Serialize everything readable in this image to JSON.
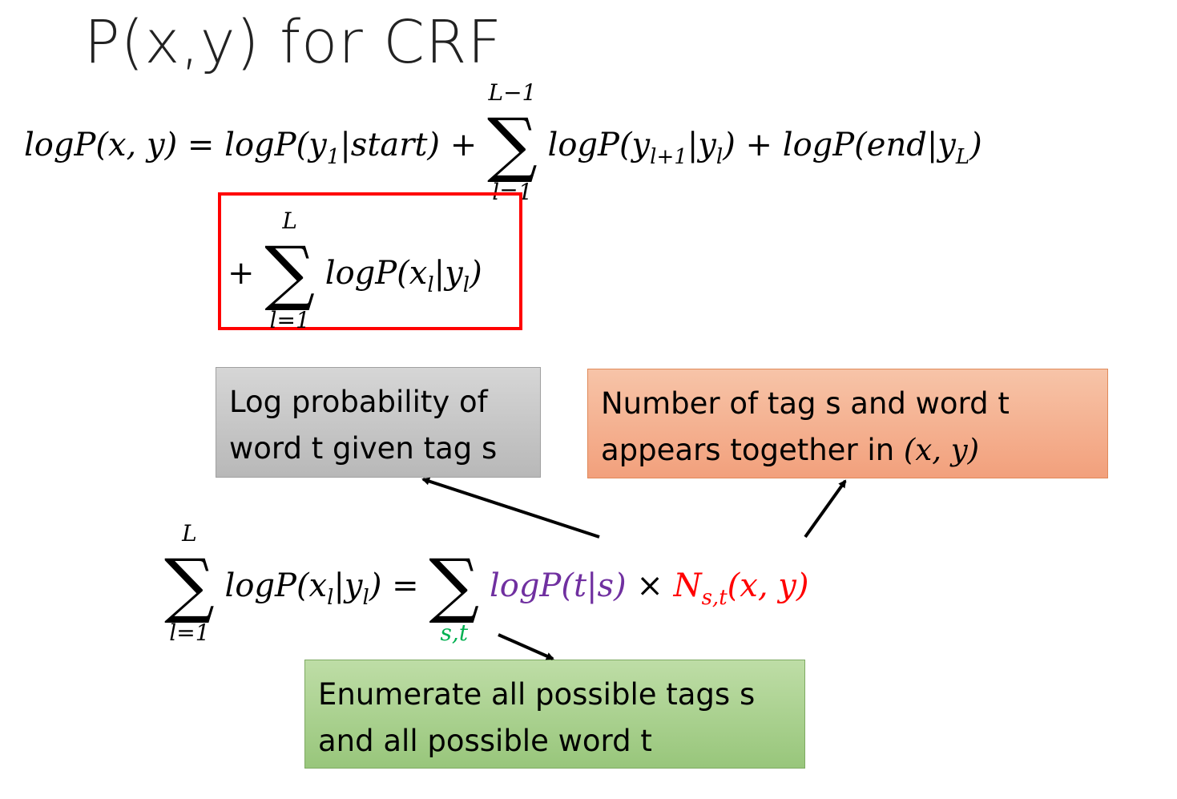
{
  "slide": {
    "title": "P(x,y) for CRF"
  },
  "equation1": {
    "lhs": "logP(x, y)",
    "equals": "=",
    "term1": "logP(y",
    "term1_sub": "1",
    "term1_rest": "|start)",
    "plus1": "+",
    "sum_upper": "L−1",
    "sum_lower": "l=1",
    "term2": "logP(y",
    "term2_sub": "l+1",
    "term2_mid": "|y",
    "term2_sub2": "l",
    "term2_rest": ")",
    "plus2": "+",
    "term3": "logP(end|y",
    "term3_sub": "L",
    "term3_rest": ")"
  },
  "equation_boxed": {
    "plus": "+",
    "sum_upper": "L",
    "sum_lower": "l=1",
    "term": "logP(x",
    "term_sub": "l",
    "term_mid": "|y",
    "term_sub2": "l",
    "term_rest": ")",
    "box_color": "#ff0000"
  },
  "equation2": {
    "sum_upper": "L",
    "sum_lower": "l=1",
    "lhs": "logP(x",
    "lhs_sub": "l",
    "lhs_mid": "|y",
    "lhs_sub2": "l",
    "lhs_rest": ")",
    "equals": "=",
    "sum2_lower": "s,t",
    "logprob": "logP(t|s)",
    "times": "×",
    "count": "N",
    "count_sub": "s,t",
    "count_args": "(x, y)"
  },
  "notes": {
    "grey_line1": "Log probability of",
    "grey_line2": "word t given tag s",
    "orange_line1": "Number of tag s and word t",
    "orange_line2_text": "appears together in ",
    "orange_line2_math": "(x, y)",
    "green_line1": "Enumerate all possible tags s",
    "green_line2": "and all possible word t"
  },
  "colors": {
    "purple": "#7030a0",
    "red": "#ff0000",
    "green": "#00b050",
    "grey_note": "#bfbfbf",
    "orange_note": "#f4b183",
    "green_note": "#a9d18e"
  }
}
